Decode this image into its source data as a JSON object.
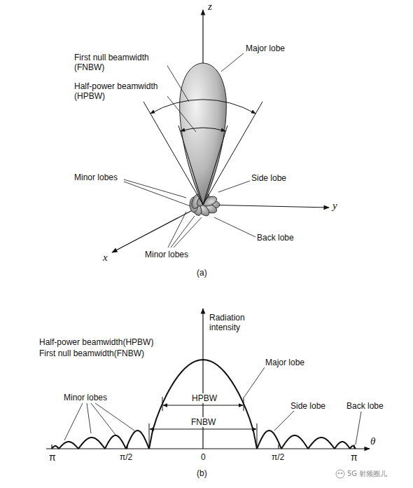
{
  "diagram": {
    "labels": [
      "z",
      "First null beamwidth (FNBW)",
      "Major lobe",
      "Half-power beamwidth (HPBW)",
      "Minor lobes",
      "Side lobe",
      "y",
      "Back lobe",
      "Minor lobes",
      "x",
      "(a)",
      "Radiation intensity",
      "Half-power beamwidth(HPBW)",
      "First null beamwidth(FNBW)",
      "Major lobe",
      "HPBW",
      "FNBW",
      "Minor lobes",
      "Side lobe",
      "Back lobe",
      "π",
      "π/2",
      "0",
      "π/2",
      "π",
      "θ",
      "(b)",
      "5G 射频圈儿"
    ]
  }
}
